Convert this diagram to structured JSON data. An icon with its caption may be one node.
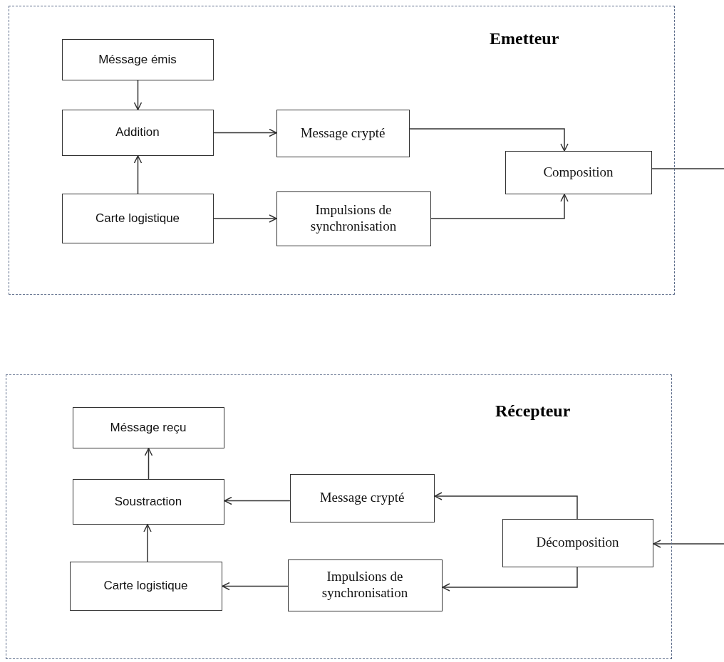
{
  "diagram": {
    "nodes": [
      {
        "text": [
          "Emetteur"
        ]
      },
      {
        "text": [
          "Méssage émis"
        ],
        "in": 0
      },
      {
        "text": [
          "Addition"
        ],
        "in": 0
      },
      {
        "text": [
          "Message crypté"
        ],
        "in": 0
      },
      {
        "text": [
          "Carte logistique"
        ],
        "in": 0
      },
      {
        "text": [
          "Impulsions de synchronisation"
        ],
        "in": 0
      },
      {
        "text": [
          "Composition"
        ],
        "in": 0
      },
      {
        "text": [
          "Récepteur"
        ]
      },
      {
        "text": [
          "Méssage reçu"
        ],
        "in": 7
      },
      {
        "text": [
          "Soustraction"
        ],
        "in": 7
      },
      {
        "text": [
          "Message crypté"
        ],
        "in": 7
      },
      {
        "text": [
          "Carte logistique"
        ],
        "in": 7
      },
      {
        "text": [
          "Impulsions de synchronisation"
        ],
        "in": 7
      },
      {
        "text": [
          "Décomposition"
        ],
        "in": 7
      }
    ],
    "edges": [
      {
        "from": 1,
        "to": 2,
        "arrow": "to"
      },
      {
        "from": 4,
        "to": 2,
        "arrow": "to"
      },
      {
        "from": 2,
        "to": 3,
        "arrow": "to"
      },
      {
        "from": 4,
        "to": 5,
        "arrow": "to"
      },
      {
        "from": 3,
        "to": 6,
        "arrow": "to"
      },
      {
        "from": 5,
        "to": 6,
        "arrow": "to"
      },
      {
        "from": 6,
        "to": null,
        "arrow": "none"
      },
      {
        "from": null,
        "to": 13,
        "arrow": "to"
      },
      {
        "from": 13,
        "to": 10,
        "arrow": "to"
      },
      {
        "from": 13,
        "to": 12,
        "arrow": "to"
      },
      {
        "from": 10,
        "to": 9,
        "arrow": "to"
      },
      {
        "from": 12,
        "to": 11,
        "arrow": "to"
      },
      {
        "from": 9,
        "to": 8,
        "arrow": "to"
      },
      {
        "from": 11,
        "to": 9,
        "arrow": "to"
      }
    ]
  }
}
